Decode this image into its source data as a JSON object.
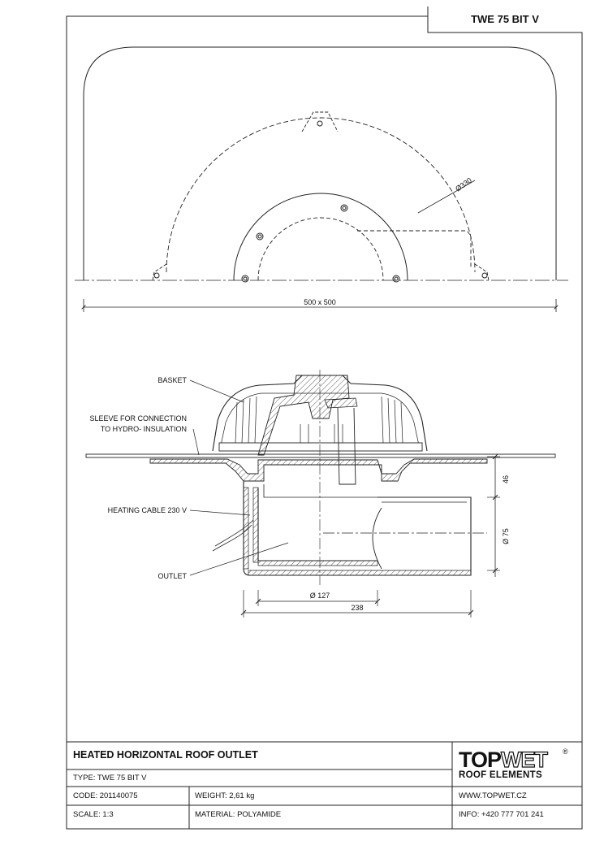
{
  "header": {
    "code": "TWE 75 BIT V"
  },
  "plan_view": {
    "diameter_label": "Ø330",
    "size_label": "500 x 500"
  },
  "section_view": {
    "labels": {
      "basket": "BASKET",
      "sleeve_line1": "SLEEVE FOR CONNECTION",
      "sleeve_line2": "TO HYDRO- INSULATION",
      "heating_cable": "HEATING CABLE 230 V",
      "outlet": "OUTLET"
    },
    "dimensions": {
      "height_top": "46",
      "pipe_diameter": "Ø 75",
      "body_diameter": "Ø 127",
      "length": "238"
    }
  },
  "title_block": {
    "title": "HEATED HORIZONTAL ROOF OUTLET",
    "type": "TYPE: TWE 75 BIT V",
    "code": "CODE: 201140075",
    "weight": "WEIGHT: 2,61 kg",
    "scale": "SCALE: 1:3",
    "material": "MATERIAL: POLYAMIDE",
    "website": "WWW.TOPWET.CZ",
    "info": "INFO: +420 777 701 241",
    "logo_top_a": "TOP",
    "logo_top_b": "WET",
    "logo_registered": "®",
    "logo_bottom": "ROOF ELEMENTS"
  }
}
